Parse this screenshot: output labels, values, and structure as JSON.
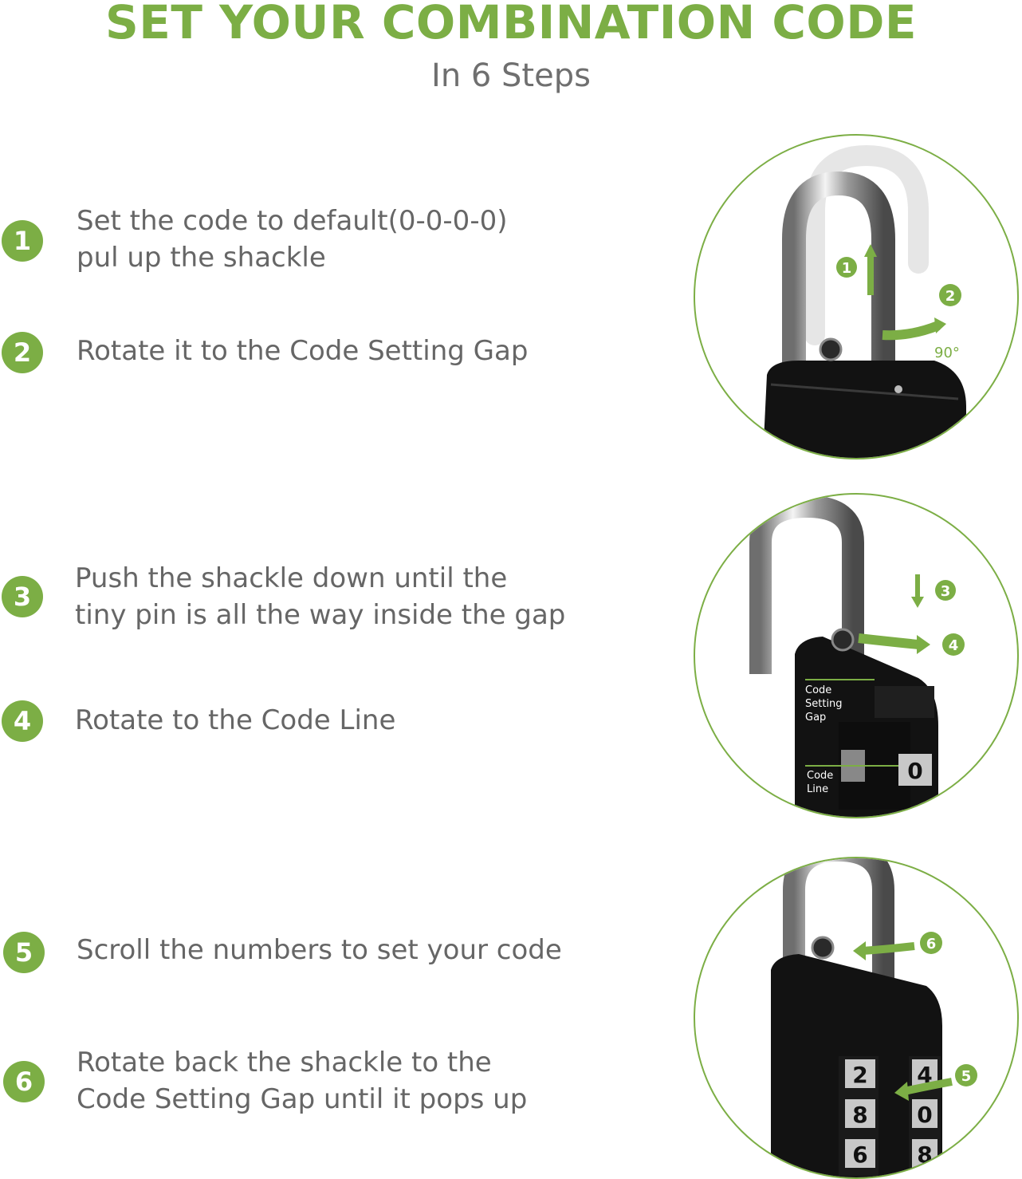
{
  "header": {
    "title": "SET YOUR COMBINATION CODE",
    "subtitle": "In 6 Steps"
  },
  "steps": [
    {
      "number": "1",
      "lines": [
        "Set the code to default(0-0-0-0)",
        "pul up the shackle"
      ]
    },
    {
      "number": "2",
      "lines": [
        "Rotate it to the Code Setting Gap"
      ]
    },
    {
      "number": "3",
      "lines": [
        "Push the shackle down until the",
        "tiny pin is all the way inside the gap"
      ]
    },
    {
      "number": "4",
      "lines": [
        "Rotate to the Code Line"
      ]
    },
    {
      "number": "5",
      "lines": [
        "Scroll the numbers to set your code"
      ]
    },
    {
      "number": "6",
      "lines": [
        "Rotate back the shackle to the",
        "Code Setting Gap until it pops up"
      ]
    }
  ],
  "illustrations": {
    "top": {
      "marker_up": "1",
      "marker_rotate": "2",
      "angle": "90°"
    },
    "middle": {
      "marker_down": "3",
      "marker_rotate": "4",
      "gap_label": [
        "Code",
        "Setting",
        "Gap"
      ],
      "line_label": [
        "Code",
        "Line"
      ],
      "dial_digits": [
        "0"
      ]
    },
    "bottom": {
      "marker_rotate_back": "6",
      "marker_scroll": "5",
      "dial_left": [
        "2",
        "8",
        "6"
      ],
      "dial_right": [
        "4",
        "0",
        "8"
      ]
    }
  },
  "colors": {
    "accent": "#7cae45",
    "text": "#666666",
    "lock_body": "#111111"
  }
}
